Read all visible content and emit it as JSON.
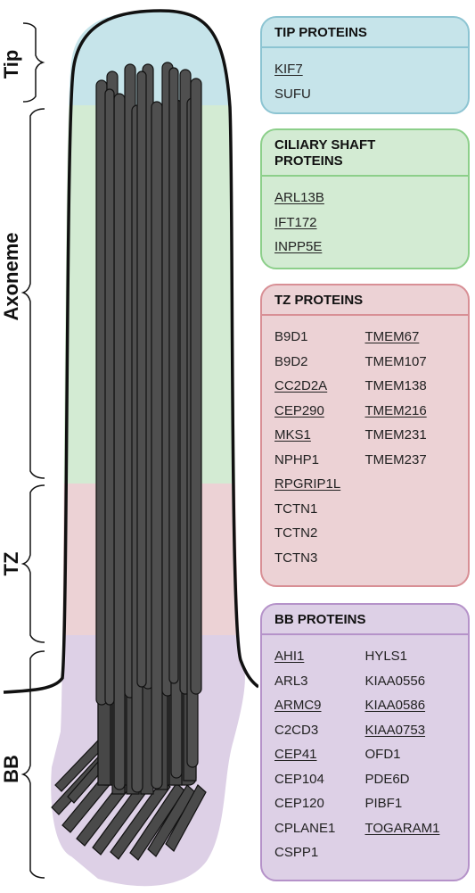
{
  "region_labels": {
    "tip": "Tip",
    "axoneme": "Axoneme",
    "tz": "TZ",
    "bb": "BB"
  },
  "colors": {
    "tip": "#c6e4ea",
    "axoneme": "#d3ebd3",
    "tz": "#ecd2d5",
    "bb": "#ddd0e6",
    "tip_border": "#8cc4d2",
    "axoneme_border": "#8ccf8a",
    "tz_border": "#d88f95",
    "bb_border": "#b592c9",
    "microtubule": "#4a4a4a"
  },
  "boxes": {
    "tip": {
      "title": "TIP PROTEINS",
      "genes": [
        {
          "name": "KIF7",
          "underlined": true
        },
        {
          "name": "SUFU",
          "underlined": false
        }
      ]
    },
    "shaft": {
      "title": "CILIARY SHAFT PROTEINS",
      "genes": [
        {
          "name": "ARL13B",
          "underlined": true
        },
        {
          "name": "IFT172",
          "underlined": true
        },
        {
          "name": "INPP5E",
          "underlined": true
        }
      ]
    },
    "tz": {
      "title": "TZ PROTEINS",
      "col1": [
        {
          "name": "B9D1",
          "underlined": false
        },
        {
          "name": "B9D2",
          "underlined": false
        },
        {
          "name": "CC2D2A",
          "underlined": true
        },
        {
          "name": "CEP290",
          "underlined": true
        },
        {
          "name": "MKS1",
          "underlined": true
        },
        {
          "name": "NPHP1",
          "underlined": false
        },
        {
          "name": "RPGRIP1L",
          "underlined": true
        },
        {
          "name": "TCTN1",
          "underlined": false
        },
        {
          "name": "TCTN2",
          "underlined": false
        },
        {
          "name": "TCTN3",
          "underlined": false
        }
      ],
      "col2": [
        {
          "name": "TMEM67",
          "underlined": true
        },
        {
          "name": "TMEM107",
          "underlined": false
        },
        {
          "name": "TMEM138",
          "underlined": false
        },
        {
          "name": "TMEM216",
          "underlined": true
        },
        {
          "name": "TMEM231",
          "underlined": false
        },
        {
          "name": "TMEM237",
          "underlined": false
        }
      ]
    },
    "bb": {
      "title": "BB PROTEINS",
      "col1": [
        {
          "name": "AHI1",
          "underlined": true
        },
        {
          "name": "ARL3",
          "underlined": false
        },
        {
          "name": "ARMC9",
          "underlined": true
        },
        {
          "name": "C2CD3",
          "underlined": false
        },
        {
          "name": "CEP41",
          "underlined": true
        },
        {
          "name": "CEP104",
          "underlined": false
        },
        {
          "name": "CEP120",
          "underlined": false
        },
        {
          "name": "CPLANE1",
          "underlined": false
        },
        {
          "name": "CSPP1",
          "underlined": false
        }
      ],
      "col2": [
        {
          "name": "HYLS1",
          "underlined": false
        },
        {
          "name": "KIAA0556",
          "underlined": false
        },
        {
          "name": "KIAA0586",
          "underlined": true
        },
        {
          "name": "KIAA0753",
          "underlined": true
        },
        {
          "name": "OFD1",
          "underlined": false
        },
        {
          "name": "PDE6D",
          "underlined": false
        },
        {
          "name": "PIBF1",
          "underlined": false
        },
        {
          "name": "TOGARAM1",
          "underlined": true
        }
      ]
    }
  }
}
